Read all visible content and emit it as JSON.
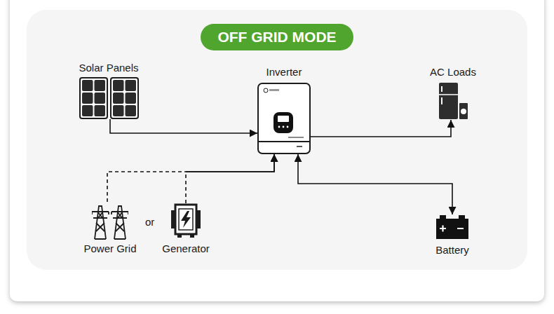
{
  "diagram": {
    "title": "OFF GRID MODE",
    "nodes": [
      {
        "text": [
          "Solar Panels"
        ]
      },
      {
        "text": [
          "Inverter"
        ]
      },
      {
        "text": [
          "AC Loads"
        ]
      },
      {
        "text": [
          "Power Grid"
        ]
      },
      {
        "text": [
          "Generator"
        ]
      },
      {
        "text": [
          "Battery"
        ]
      }
    ],
    "edges": [
      {
        "from": 0,
        "to": 1,
        "arrow": "to"
      },
      {
        "from": 1,
        "to": 2,
        "arrow": "to"
      },
      {
        "from": 3,
        "to": 1,
        "arrow": "to"
      },
      {
        "from": 4,
        "to": 1,
        "arrow": "to"
      },
      {
        "from": 1,
        "to": 5,
        "arrow": "both"
      }
    ],
    "labels": [
      "or"
    ]
  }
}
